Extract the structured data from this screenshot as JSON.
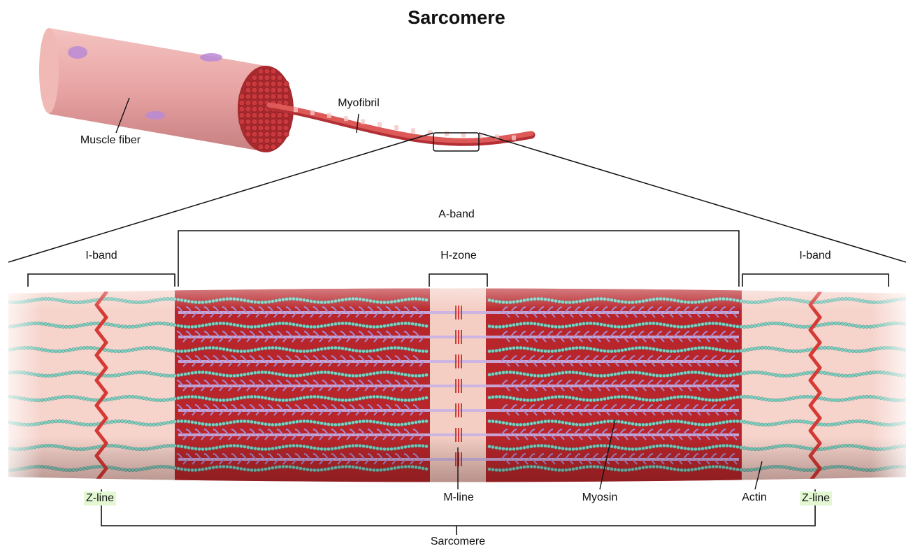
{
  "title": "Sarcomere",
  "labels": {
    "muscle_fiber": "Muscle fiber",
    "myofibril": "Myofibril",
    "a_band": "A-band",
    "i_band_left": "I-band",
    "i_band_right": "I-band",
    "h_zone": "H-zone",
    "z_line_left": "Z-line",
    "m_line": "M-line",
    "myosin": "Myosin",
    "actin": "Actin",
    "z_line_right": "Z-line",
    "sarcomere": "Sarcomere"
  },
  "colors": {
    "fiber_surface": "#e8a3a3",
    "fiber_end": "#c9393d",
    "myofibril": "#d9484c",
    "a_band": "#b8262b",
    "i_band": "#f6d3cb",
    "myosin": "#c9b2e6",
    "actin": "#7fd0c0",
    "nucleus": "#b98ad6",
    "z_line": "#d63a35",
    "highlight": "#e3f7d3"
  }
}
